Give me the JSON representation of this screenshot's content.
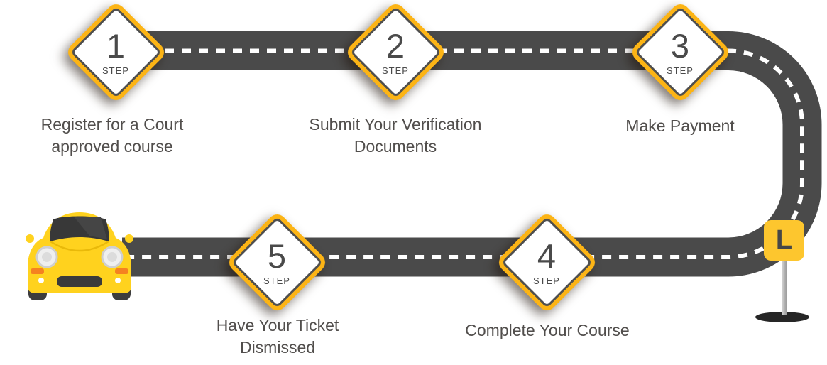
{
  "colors": {
    "background": "#ffffff",
    "road": "#4a4a4a",
    "road_line": "#ffffff",
    "sign_yellow": "#fcb415",
    "sign_face": "#ffffff",
    "sign_inner_border": "#4f4f4f",
    "text": "#514e4c",
    "text_dark": "#4a4a4a",
    "car_body": "#ffd21e",
    "finish_sign_yellow": "#fdc62e"
  },
  "steps": [
    {
      "number": "1",
      "step_word": "STEP",
      "caption_lines": [
        "Register for a Court",
        "approved course"
      ]
    },
    {
      "number": "2",
      "step_word": "STEP",
      "caption_lines": [
        "Submit Your Verification",
        "Documents"
      ]
    },
    {
      "number": "3",
      "step_word": "STEP",
      "caption_lines": [
        "Make Payment"
      ]
    },
    {
      "number": "4",
      "step_word": "STEP",
      "caption_lines": [
        "Complete Your Course"
      ]
    },
    {
      "number": "5",
      "step_word": "STEP",
      "caption_lines": [
        "Have Your Ticket",
        "Dismissed"
      ]
    }
  ],
  "finish_sign": {
    "label": "L"
  },
  "icons": {
    "car": "yellow-car-front-icon",
    "finish_plate": "learner-plate-icon"
  }
}
